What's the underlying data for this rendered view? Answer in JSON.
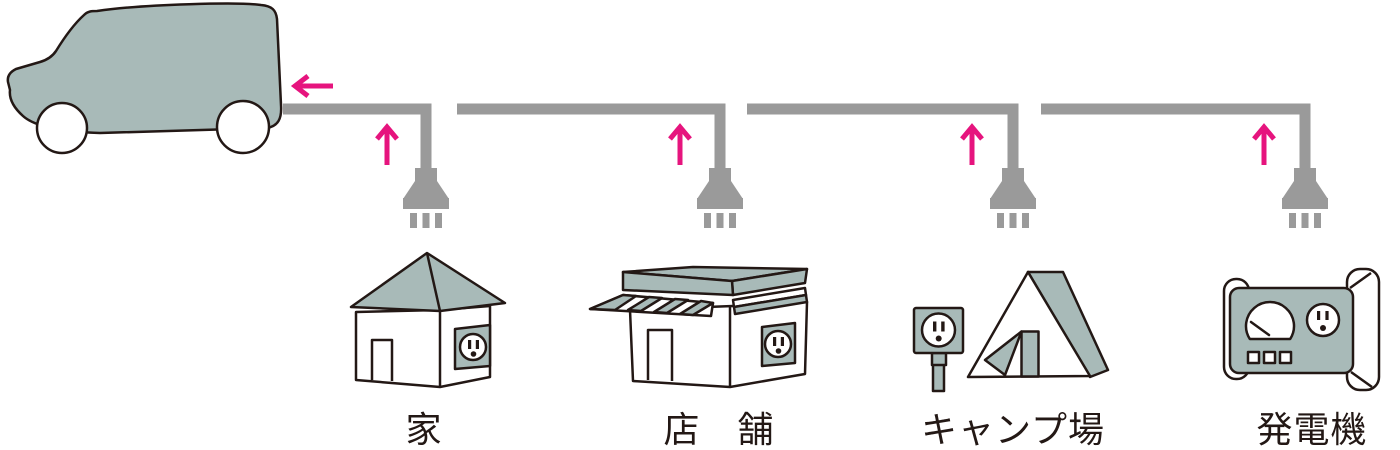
{
  "colors": {
    "accent_pink": "#e6147e",
    "fill_sage": "#a8bab8",
    "cable_gray": "#9a9a9a",
    "outline_ink": "#231815"
  },
  "car": {
    "icon": "ev-van-icon",
    "flow_arrow_icon": "left-arrow-icon"
  },
  "power_sources": [
    {
      "id": "house",
      "label": "家",
      "icon": "house-icon",
      "flow_arrow_icon": "up-arrow-icon",
      "connector_icon": "power-plug-icon"
    },
    {
      "id": "store",
      "label": "店　舗",
      "icon": "store-icon",
      "flow_arrow_icon": "up-arrow-icon",
      "connector_icon": "power-plug-icon"
    },
    {
      "id": "campsite",
      "label": "キャンプ場",
      "icon": "campsite-icon",
      "flow_arrow_icon": "up-arrow-icon",
      "connector_icon": "power-plug-icon"
    },
    {
      "id": "generator",
      "label": "発電機",
      "icon": "generator-icon",
      "flow_arrow_icon": "up-arrow-icon",
      "connector_icon": "power-plug-icon"
    }
  ]
}
